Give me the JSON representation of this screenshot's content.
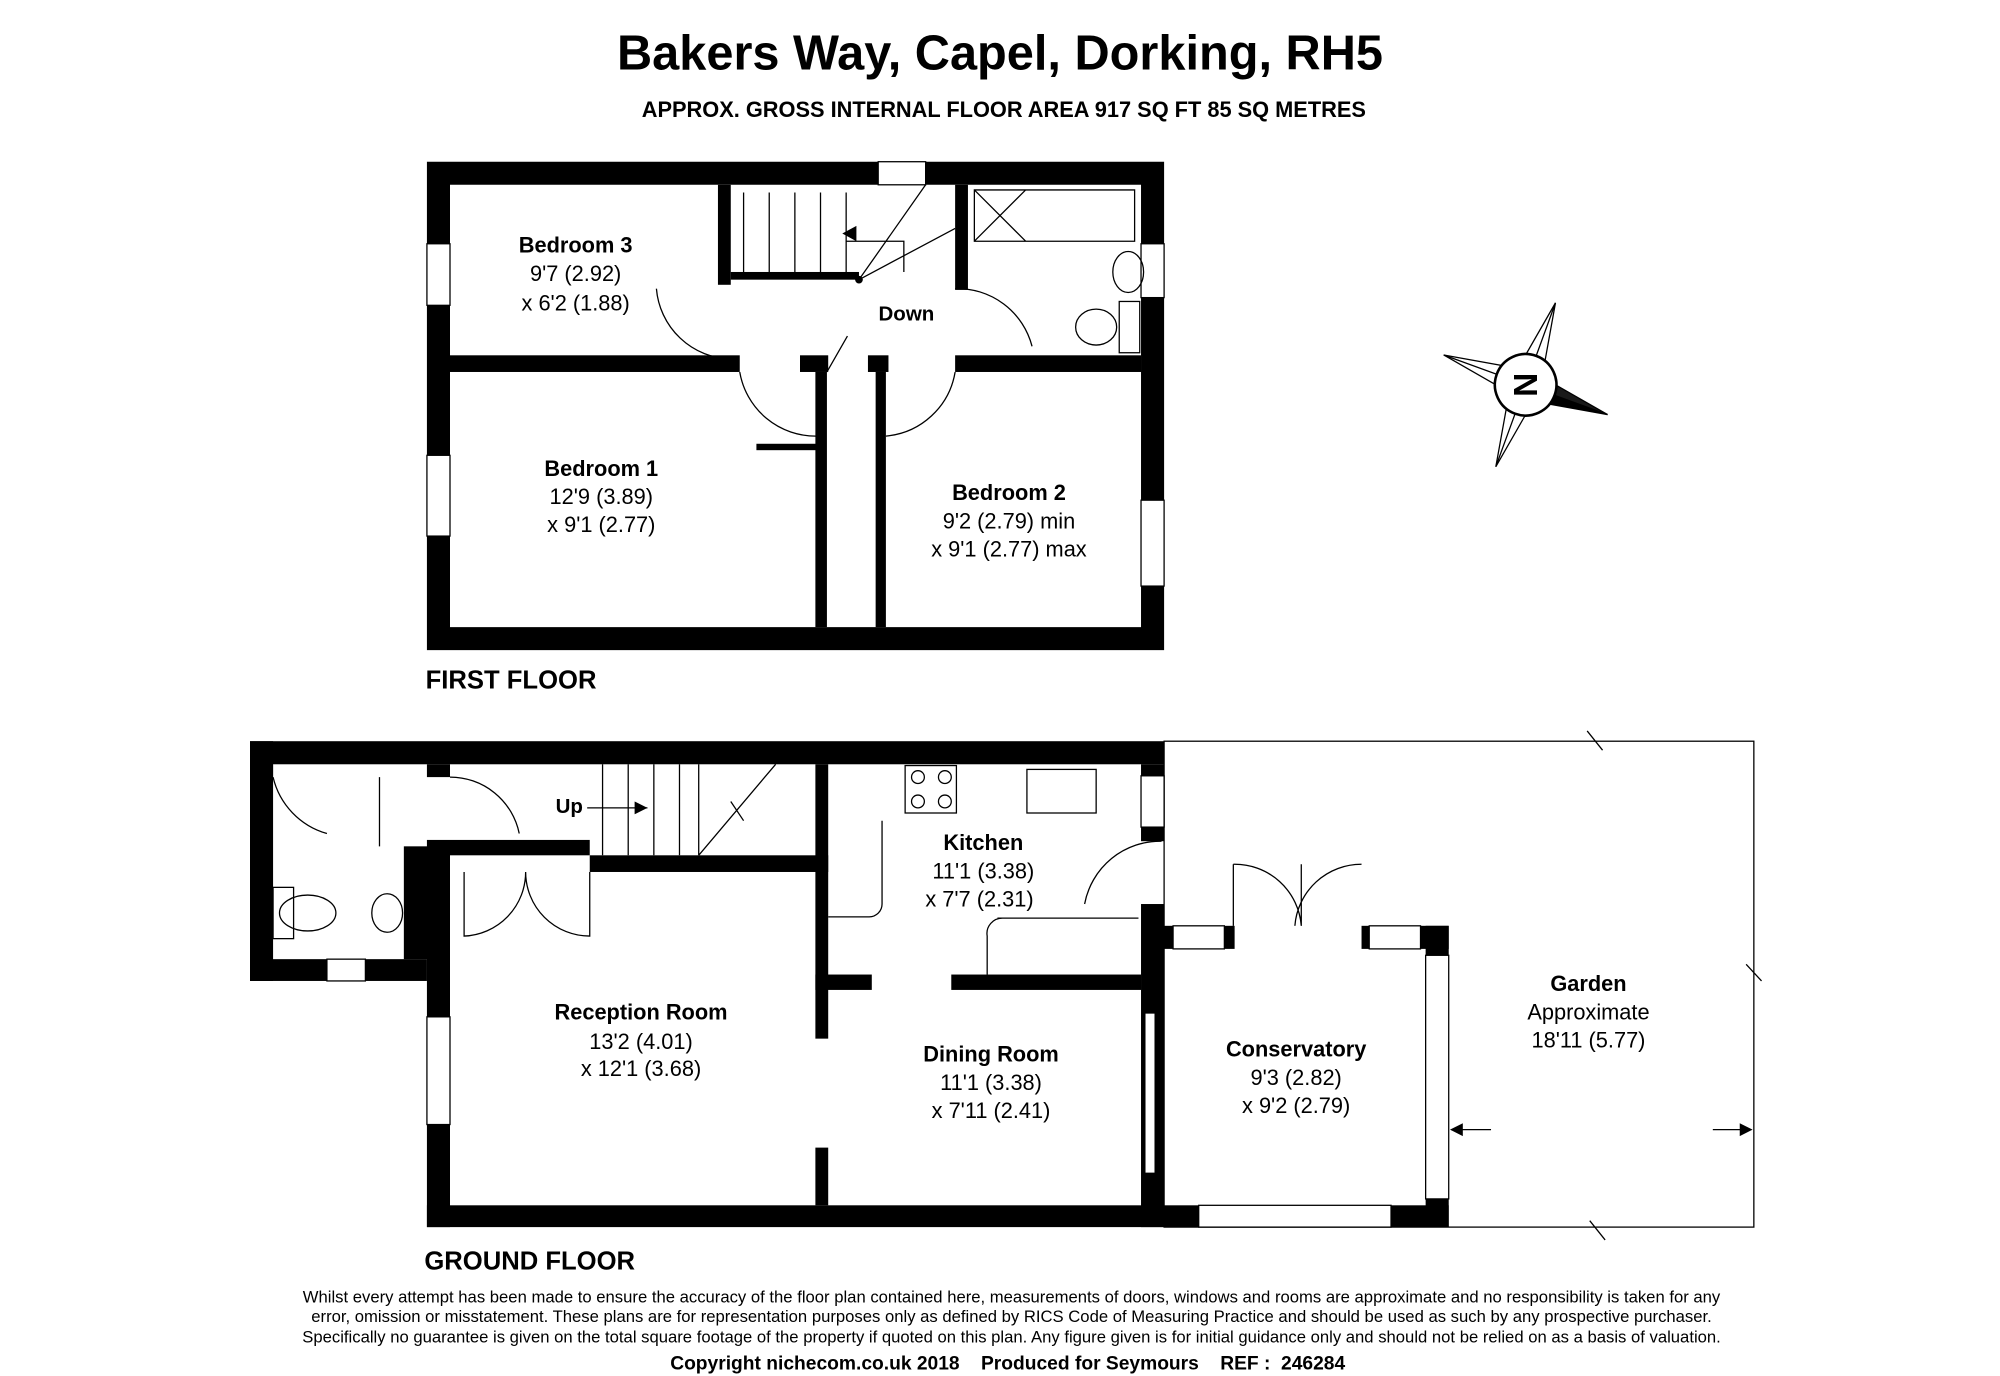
{
  "title": "Bakers Way, Capel, Dorking, RH5",
  "subtitle": "APPROX. GROSS INTERNAL FLOOR AREA 917 SQ FT 85 SQ METRES",
  "first_floor": {
    "label": "FIRST FLOOR",
    "rooms": [
      {
        "name": "Bedroom 3",
        "dim1": "9'7 (2.92)",
        "dim2": "x 6'2 (1.88)"
      },
      {
        "name": "Bedroom 1",
        "dim1": "12'9 (3.89)",
        "dim2": "x 9'1 (2.77)"
      },
      {
        "name": "Bedroom 2",
        "dim1": "9'2 (2.79) min",
        "dim2": "x 9'1 (2.77) max"
      }
    ],
    "stairs_label": "Down"
  },
  "ground_floor": {
    "label": "GROUND FLOOR",
    "rooms": [
      {
        "name": "Kitchen",
        "dim1": "11'1 (3.38)",
        "dim2": "x 7'7 (2.31)"
      },
      {
        "name": "Reception Room",
        "dim1": "13'2 (4.01)",
        "dim2": "x 12'1 (3.68)"
      },
      {
        "name": "Dining Room",
        "dim1": "11'1 (3.38)",
        "dim2": "x 7'11 (2.41)"
      },
      {
        "name": "Conservatory",
        "dim1": "9'3 (2.82)",
        "dim2": "x 9'2 (2.79)"
      },
      {
        "name": "Garden",
        "dim1": "Approximate",
        "dim2": "18'11 (5.77)"
      }
    ],
    "stairs_label": "Up"
  },
  "compass": {
    "label": "N",
    "icon": "north-compass-icon"
  },
  "disclaimer": [
    "Whilst every attempt has been made to ensure the accuracy of the floor plan contained here, measurements of doors, windows and rooms are approximate and no responsibility is taken for any",
    "error, omission or misstatement. These plans are for representation purposes only as defined by RICS Code of Measuring Practice and should be used as such by any prospective purchaser.",
    "Specifically no guarantee is given on the total square footage of the property if quoted on this plan. Any figure given is for initial guidance only and should not be relied on as a basis of valuation."
  ],
  "footer": "Copyright nichecom.co.uk 2018    Produced for Seymours    REF :  246284"
}
